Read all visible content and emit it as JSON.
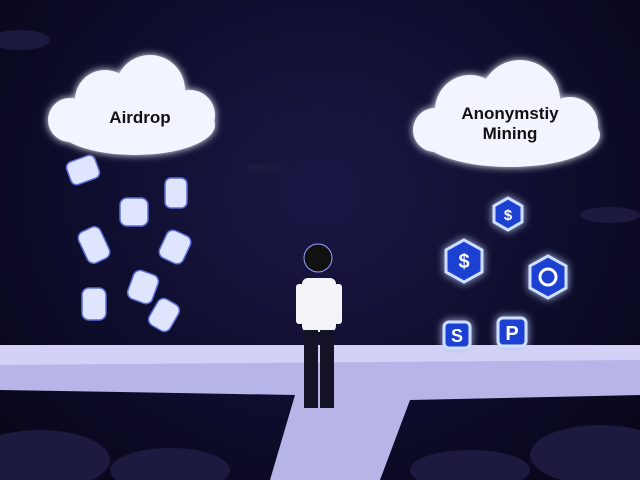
{
  "left_cloud": {
    "label": "Airdrop"
  },
  "right_cloud": {
    "label_line1": "Anonymstiy",
    "label_line2": "Mining"
  },
  "tokens": {
    "dollar": "$",
    "s": "S",
    "p": "P"
  },
  "colors": {
    "background": "#0d0c2a",
    "path": "#b7b4e8",
    "glow": "#4a7bff",
    "cloud": "#f2f4ff",
    "token_fill": "#1b3fd1"
  }
}
